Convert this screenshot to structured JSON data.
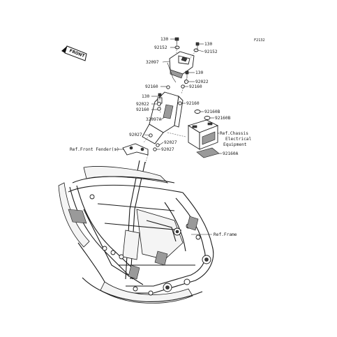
{
  "drawing_code": "F2132",
  "front_label": "FRONT",
  "part_labels": {
    "p130_a": "130",
    "p92152_a": "92152",
    "p130_b": "130",
    "p92152_b": "92152",
    "p32097": "32097",
    "p130_c": "130",
    "p92022_a": "92022",
    "p92160_a": "92160",
    "p92160_b": "92160",
    "p130_d": "130",
    "p92022_b": "92022",
    "p92160_c": "92160",
    "p92160_d": "92160",
    "p92160b_a": "92160B",
    "p92160b_b": "92160B",
    "p32097a": "32097A",
    "p92027_a": "92027",
    "p92027_b": "92027",
    "p92027_c": "92027",
    "p92160a": "92160A"
  },
  "references": {
    "chassis_line1": "Ref.Chassis",
    "chassis_line2": "Electrical",
    "chassis_line3": "Equipment",
    "front_fender": "Ref.Front Fender(s)",
    "frame": "Ref.Frame"
  }
}
